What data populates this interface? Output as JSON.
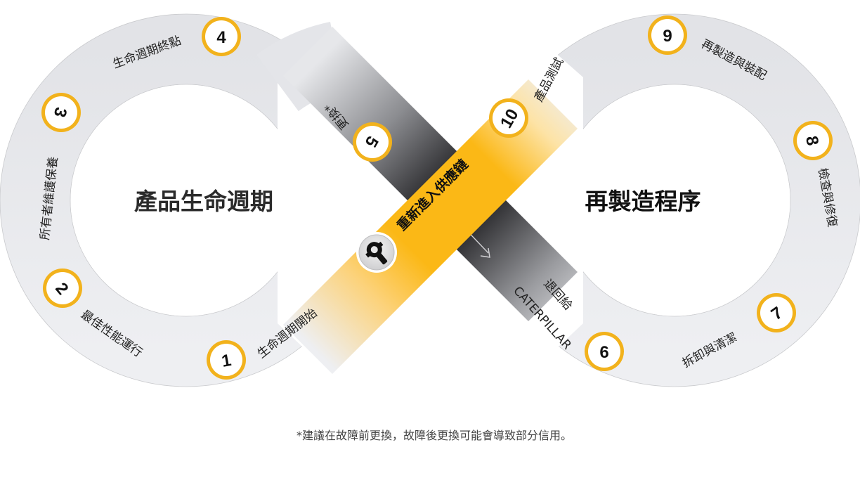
{
  "diagram": {
    "left_title": "產品生命週期",
    "right_title": "再製造程序",
    "center_band_label": "重新進入供應鏈",
    "center_icon": "wrench-icon",
    "steps": [
      {
        "num": "1",
        "label": "生命週期開始"
      },
      {
        "num": "2",
        "label": "最佳性能運行"
      },
      {
        "num": "3",
        "label": "所有者維護保養"
      },
      {
        "num": "4",
        "label": "生命週期終點"
      },
      {
        "num": "5",
        "label": "更換*"
      },
      {
        "num": "6",
        "label": "退回給",
        "label2": "CATERPILLAR"
      },
      {
        "num": "7",
        "label": "拆卸與清潔"
      },
      {
        "num": "8",
        "label": "檢查與修復"
      },
      {
        "num": "9",
        "label": "再製造與裝配"
      },
      {
        "num": "10",
        "label": "產品測試"
      }
    ],
    "colors": {
      "ring": "#e4e5e9",
      "accent": "#f2b21c",
      "yellow_band": "#fbb816",
      "dark_band": "#3a3a3d"
    }
  },
  "footnote": "*建議在故障前更換，故障後更換可能會導致部分信用。"
}
